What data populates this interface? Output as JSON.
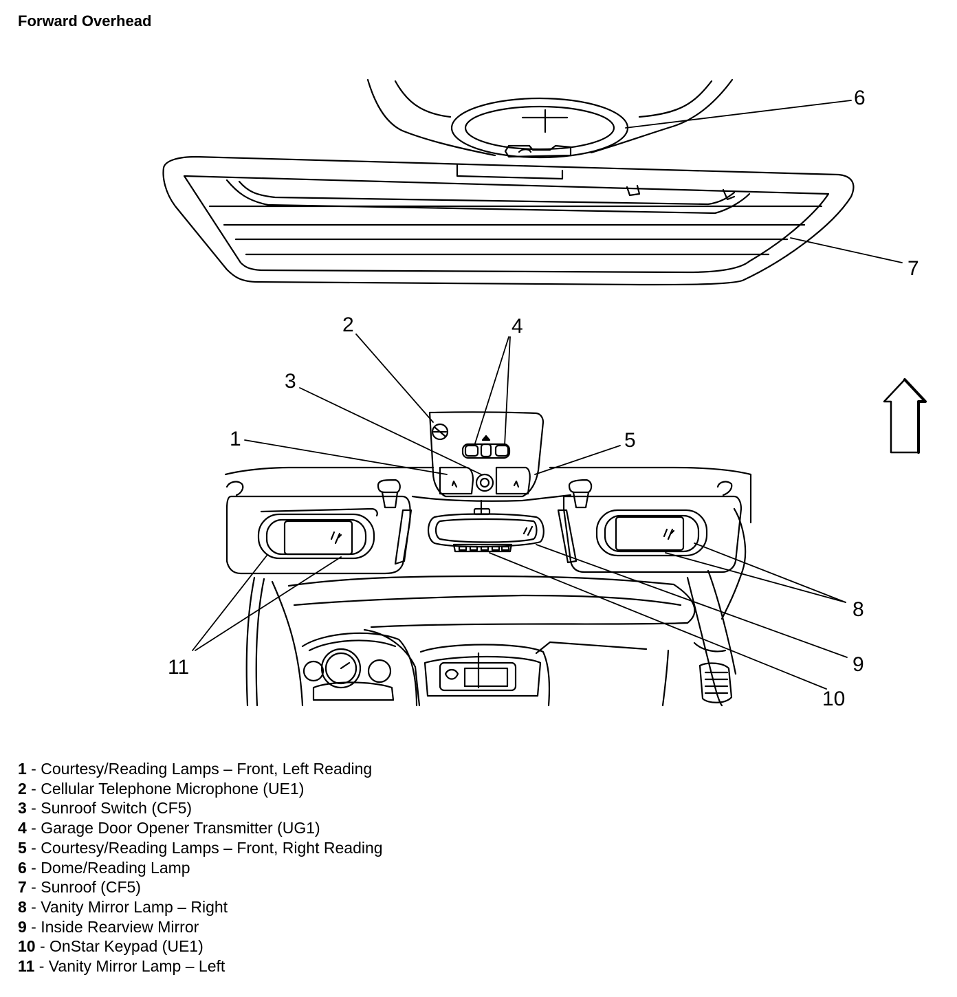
{
  "title": "Forward Overhead",
  "callouts": {
    "c1": "1",
    "c2": "2",
    "c3": "3",
    "c4": "4",
    "c5": "5",
    "c6": "6",
    "c7": "7",
    "c8": "8",
    "c9": "9",
    "c10": "10",
    "c11": "11"
  },
  "legend": [
    {
      "num": "1",
      "text": " - Courtesy/Reading Lamps – Front, Left Reading"
    },
    {
      "num": "2",
      "text": " - Cellular Telephone Microphone (UE1)"
    },
    {
      "num": "3",
      "text": " - Sunroof Switch (CF5)"
    },
    {
      "num": "4",
      "text": " - Garage Door Opener Transmitter (UG1)"
    },
    {
      "num": "5",
      "text": " - Courtesy/Reading Lamps – Front, Right Reading"
    },
    {
      "num": "6",
      "text": " - Dome/Reading Lamp"
    },
    {
      "num": "7",
      "text": " - Sunroof (CF5)"
    },
    {
      "num": "8",
      "text": " - Vanity Mirror Lamp – Right"
    },
    {
      "num": "9",
      "text": " - Inside Rearview Mirror"
    },
    {
      "num": "10",
      "text": " - OnStar Keypad (UE1)"
    },
    {
      "num": "11",
      "text": " - Vanity Mirror Lamp – Left"
    }
  ]
}
